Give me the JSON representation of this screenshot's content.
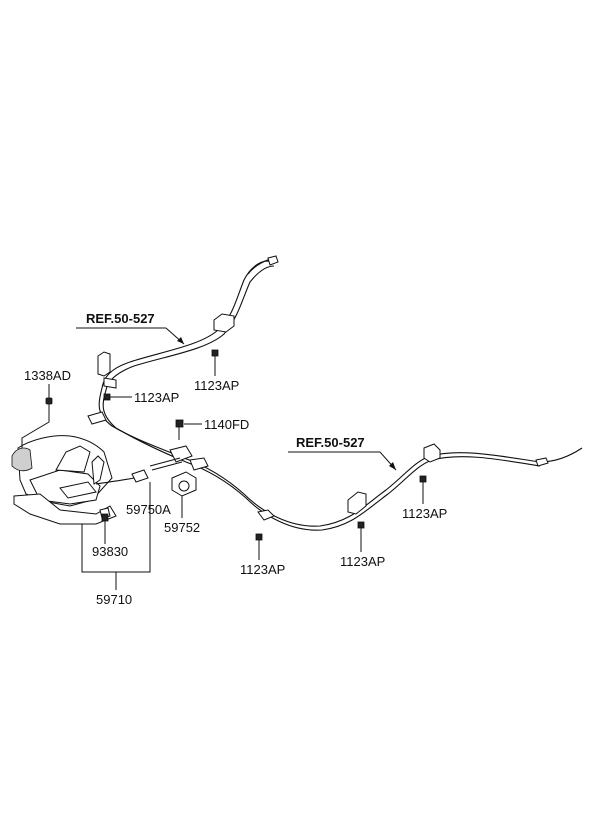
{
  "labels": {
    "ref_upper": "REF.50-527",
    "ref_right": "REF.50-527",
    "p1338AD": "1338AD",
    "p1123AP_a": "1123AP",
    "p1123AP_b": "1123AP",
    "p1123AP_c": "1123AP",
    "p1123AP_d": "1123AP",
    "p1123AP_e": "1123AP",
    "p1140FD": "1140FD",
    "p59750A": "59750A",
    "p59752": "59752",
    "p93830": "93830",
    "p59710": "59710"
  }
}
